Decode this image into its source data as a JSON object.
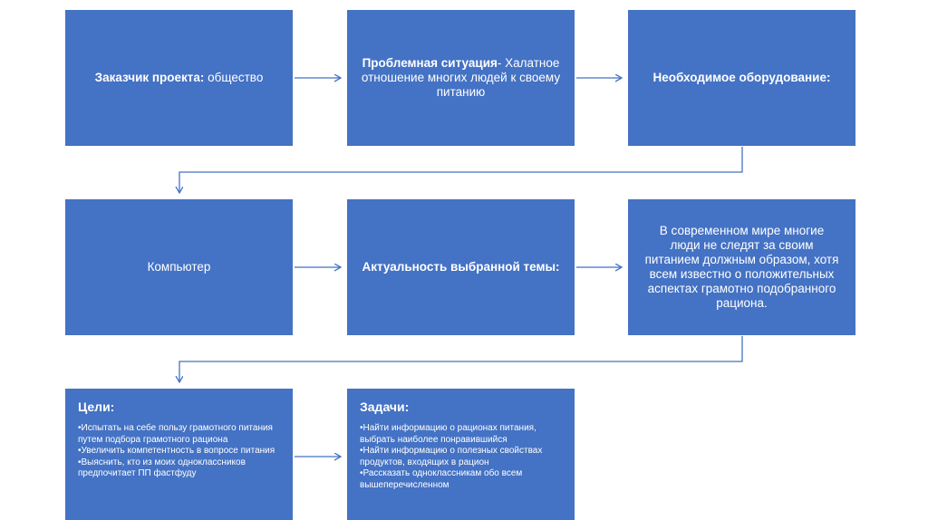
{
  "nodes": {
    "customer": {
      "label": "Заказчик проекта:",
      "value": " общество"
    },
    "problem": {
      "label": "Проблемная ситуация",
      "value": "- Халатное отношение многих людей к своему питанию"
    },
    "equipment": {
      "label": "Необходимое оборудование:"
    },
    "computer": {
      "text": "Компьютер"
    },
    "relevance": {
      "label": "Актуальность выбранной темы:"
    },
    "relevance_text": {
      "text": "В современном мире многие люди не следят за своим питанием должным образом, хотя всем известно о положительных аспектах грамотно подобранного рациона."
    },
    "goals": {
      "title": "Цели:",
      "items": [
        "Испытать на себе пользу грамотного питания путем подбора грамотного рациона",
        "Увеличить компетентность в вопросе питания",
        "Выяснить, кто из моих одноклассников предпочитает ПП фастфуду"
      ]
    },
    "tasks": {
      "title": "Задачи:",
      "items": [
        "Найти информацию о рационах питания, выбрать наиболее понравившийся",
        "Найти информацию о полезных свойствах продуктов, входящих в рацион",
        "Рассказать одноклассникам обо всем вышеперечисленном"
      ]
    }
  },
  "colors": {
    "box": "#4472c4",
    "connector": "#4472c4",
    "text": "#ffffff"
  }
}
